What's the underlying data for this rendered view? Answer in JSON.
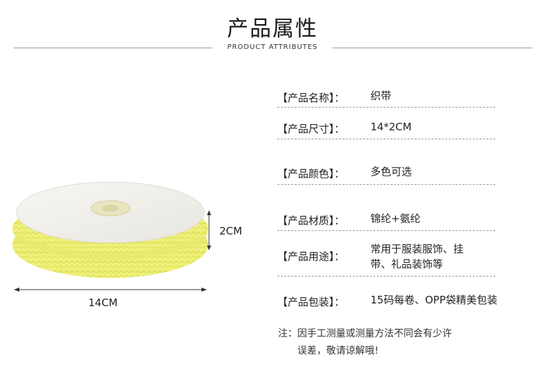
{
  "header": {
    "title": "产品属性",
    "subtitle": "PRODUCT ATTRIBUTES"
  },
  "product_image": {
    "width_label": "14CM",
    "height_label": "2CM",
    "spool_color": "#f2f0ec",
    "ribbon_color": "#eef07a",
    "ribbon_shadow": "#d7d94c"
  },
  "specs": [
    {
      "label": "【产品名称】：",
      "value": "织带"
    },
    {
      "label": "【产品尺寸】：",
      "value": "14*2CM"
    },
    {
      "label": "【产品颜色】：",
      "value": "多色可选"
    },
    {
      "label": "【产品材质】：",
      "value": "锦纶+氨纶"
    },
    {
      "label": "【产品用途】：",
      "value_lines": [
        "常用于服装服饰、挂",
        "带、礼品装饰等"
      ]
    },
    {
      "label": "【产品包装】：",
      "value": "15码每卷、OPP袋精美包装"
    }
  ],
  "note": {
    "line1": "注：因手工测量或测量方法不同会有少许",
    "line2": "误差，敬请谅解哦!"
  }
}
